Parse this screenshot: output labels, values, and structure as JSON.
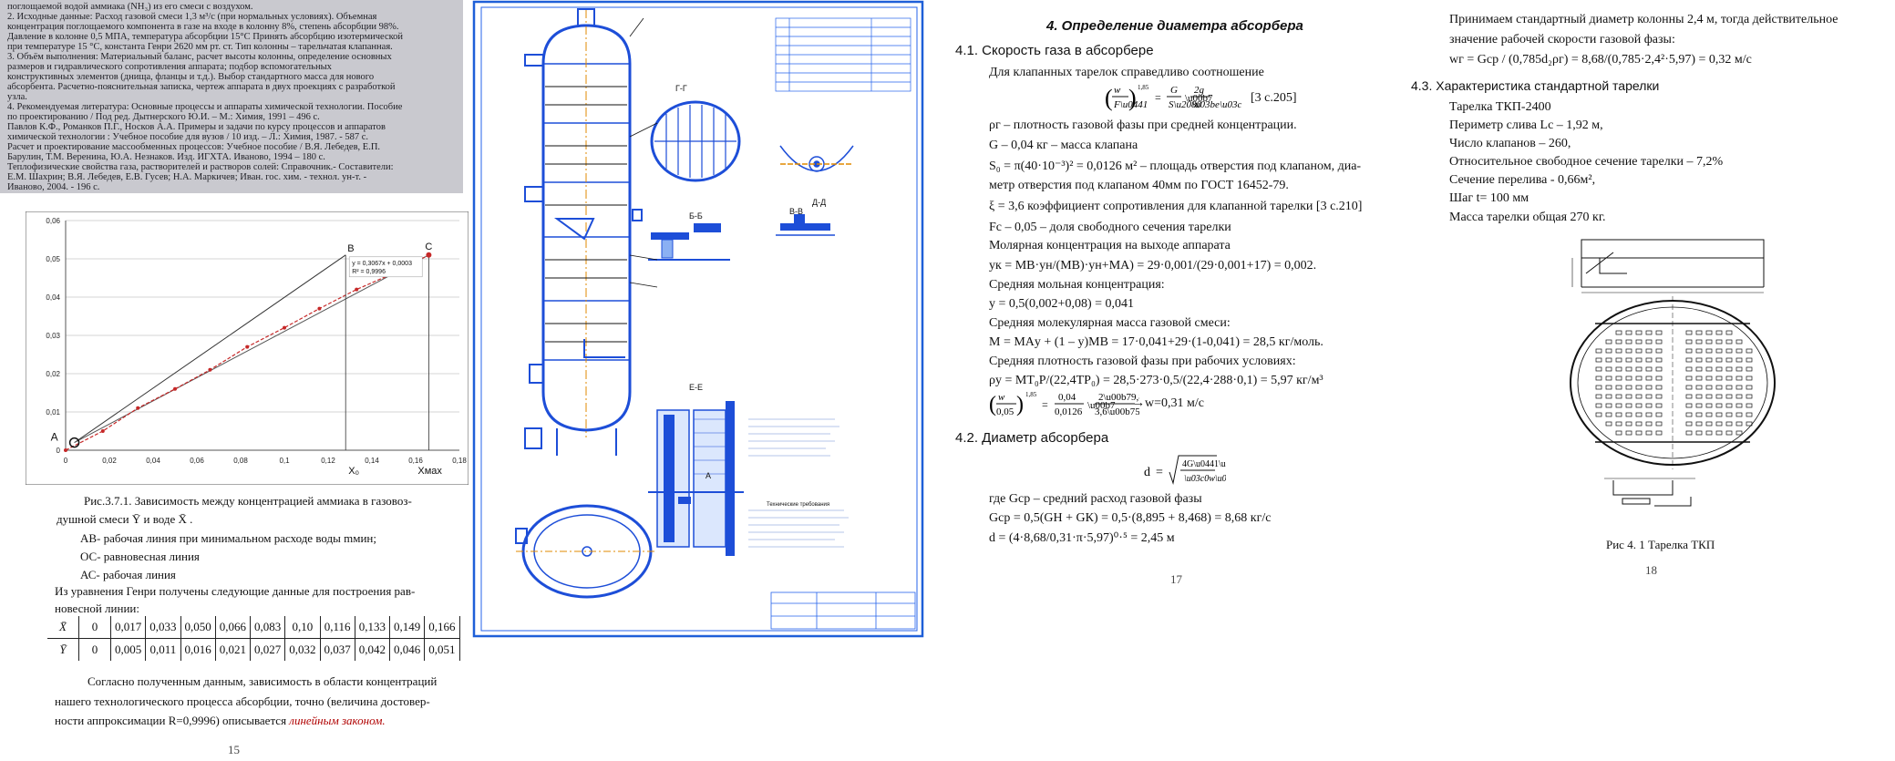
{
  "scan_lines": [
    "поглощаемой водой аммиака (NH₃) из его смеси с воздухом.",
    "2. Исходные данные: Расход газовой смеси 1,3 м³/с (при нормальных условиях). Объемная",
    "концентрация поглощаемого компонента в газе на входе в колонну 8%, степень абсорбции 98%.",
    "Давление в колонне 0,5 МПА, температура абсорбции 15°С Принять абсорбцию изотермической",
    "при температуре 15 °С, константа Генри 2620 мм рт. ст. Тип колонны – тарельчатая клапанная.",
    "3. Объём выполнения: Материальный баланс, расчет высоты колонны, определение основных",
    "размеров и гидравлического сопротивления аппарата; подбор вспомогательных",
    "конструктивных элементов (днища, фланцы и т.д.). Выбор стандартного масса для нового",
    "абсорбента. Расчетно-пояснительная записка, чертеж аппарата в двух проекциях с разработкой",
    "узла.",
    "4. Рекомендуемая литература: Основные процессы и аппараты химической технологии. Пособие",
    "по проектированию / Под ред. Дытнерского Ю.И. – М.: Химия, 1991 – 496 с.",
    "Павлов К.Ф., Романков П.Г., Носков А.А. Примеры и задачи по курсу процессов и аппаратов",
    "химической технологии : Учебное пособие для вузов / 10 изд. – Л.: Химия, 1987. - 587 с.",
    "Расчет и проектирование массообменных процессов: Учебное пособие / В.Я. Лебедев, Е.П.",
    "Барулин, Т.М. Веренина, Ю.А. Незнаков. Изд. ИГХТА. Иваново, 1994 – 180 с.",
    "Теплофизические свойства газа, растворителей и растворов солей: Справочник.- Составители:",
    "Е.М. Шахрин; В.Я. Лебедев, Е.В. Гусев; Н.А. Маркичев; Иван. гос. хим. - технол. ун-т. -",
    "Иваново, 2004. - 196 с."
  ],
  "chart_data": {
    "type": "line",
    "title": "",
    "xlabel": "X",
    "ylabel": "",
    "xlim": [
      0,
      0.18
    ],
    "ylim": [
      0,
      0.06
    ],
    "x_ticks": [
      "0",
      "0,02",
      "0,04",
      "0,06",
      "0,08",
      "0,1",
      "0,12",
      "0,14",
      "0,16",
      "0,18"
    ],
    "y_ticks": [
      "0",
      "0,01",
      "0,02",
      "0,03",
      "0,04",
      "0,05",
      "0,06"
    ],
    "equilibrium": {
      "x": [
        0,
        0.017,
        0.033,
        0.05,
        0.066,
        0.083,
        0.1,
        0.116,
        0.133,
        0.149,
        0.166
      ],
      "y": [
        0,
        0.005,
        0.011,
        0.016,
        0.021,
        0.027,
        0.032,
        0.037,
        0.042,
        0.046,
        0.051
      ]
    },
    "trend_equation": "y = 0,3067x + 0,0003",
    "r_squared": "R² = 0,9996",
    "point_A": {
      "x": 0.004,
      "y": 0.002,
      "label": "A"
    },
    "point_B": {
      "x": 0.128,
      "y": 0.051,
      "label": "B"
    },
    "point_C": {
      "x": 0.166,
      "y": 0.051,
      "label": "C"
    },
    "x_marker_1": "X₀",
    "x_marker_2": "Xмax"
  },
  "panel1": {
    "caption_a": "Рис.3.7.1. Зависимость между концентрацией аммиака в газовоз-",
    "caption_b": "душной смеси Ȳ и воде X̄ .",
    "legend_ab": "АВ- рабочая линия при минимальном расходе воды mмин;",
    "legend_oc": "ОС- равновесная линия",
    "legend_ac": "АС- рабочая линия",
    "henry_a": "Из уравнения Генри получены следующие данные для построения рав-",
    "henry_b": "новесной линии:",
    "table_row_x": [
      "X̄",
      "0",
      "0,017",
      "0,033",
      "0,050",
      "0,066",
      "0,083",
      "0,10",
      "0,116",
      "0,133",
      "0,149",
      "0,166"
    ],
    "table_row_y": [
      "Ȳ",
      "0",
      "0,005",
      "0,011",
      "0,016",
      "0,021",
      "0,027",
      "0,032",
      "0,037",
      "0,042",
      "0,046",
      "0,051"
    ],
    "concl_a": "Согласно полученным данным, зависимость в области концентраций",
    "concl_b": "нашего технологического процесса абсорбции, точно (величина достовер-",
    "concl_c": "ности аппроксимации R=0,9996) описывается",
    "concl_c_it": "линейным законом.",
    "page": "15"
  },
  "drawing": {
    "view_labels": [
      "Г-Г",
      "Б-Б",
      "В-В",
      "Д-Д",
      "Е-Е",
      "А"
    ],
    "notes_title": "Технические требования"
  },
  "panel3": {
    "title": "4.  Определение диаметра абсорбера",
    "s41": "4.1.   Скорость газа в абсорбере",
    "l1": "Для клапанных тарелок справедливо соотношение",
    "f1": "[3 с.205]",
    "l2": "ρг  – плотность газовой фазы при средней концентрации.",
    "l3": "G – 0,04 кг – масса клапана",
    "l4": "S₀ = π(40·10⁻³)² = 0,0126 м²  – площадь отверстия под клапаном, диа-",
    "l5": "метр отверстия  под клапаном 40мм по ГОСТ 16452-79.",
    "l6": "ξ = 3,6 коэффициент сопротивления для клапанной тарелки [3 с.210]",
    "l7": "Fс – 0,05 – доля свободного сечения тарелки",
    "l8": "Молярная концентрация на выходе аппарата",
    "l9": "yк = MВ·yн/(MВ)·yн+MА) = 29·0,001/(29·0,001+17) = 0,002.",
    "l10": "Средняя мольная концентрация:",
    "l11": "y = 0,5(0,002+0,08) = 0,041",
    "l12": "Средняя молекулярная масса газовой смеси:",
    "l13": "M = MАy + (1 – y)MВ = 17·0,041+29·(1-0,041) = 28,5 кг/моль.",
    "l14": "Средняя плотность газовой фазы при рабочих условиях:",
    "l15": "ρу = MT₀P/(22,4TP₀) = 28,5·273·0,5/(22,4·288·0,1) = 5,97 кг/м³",
    "f2": "→w=0,31 м/с",
    "s42": "4.2. Диаметр абсорбера",
    "l16": "где Gср – средний расход газовой фазы",
    "l17": "Gср = 0,5(GН + GК) = 0,5·(8,895 + 8,468) = 8,68 кг/с",
    "l18": "d = (4·8,68/0,31·π·5,97)⁰·⁵ = 2,45 м",
    "page": "17"
  },
  "panel4": {
    "l1": "Принимаем стандартный диаметр колонны 2,4 м, тогда действительное",
    "l2": "значение рабочей скорости газовой фазы:",
    "l3": "wг = Gср / (0,785d₂ρг) = 8,68/(0,785·2,4²·5,97) = 0,32 м/с",
    "s43": "4.3.    Характеристика стандартной тарелки",
    "c1": "Тарелка ТКП-2400",
    "c2": "Периметр слива  Lс –  1,92 м,",
    "c3": "Число клапанов – 260,",
    "c4": "Относительное свободное сечение тарелки – 7,2%",
    "c5": "Сечение перелива - 0,66м²,",
    "c6": "Шаг t= 100 мм",
    "c7": "Масса тарелки общая 270 кг.",
    "fig": "Рис 4. 1 Тарелка ТКП",
    "page": "18"
  }
}
